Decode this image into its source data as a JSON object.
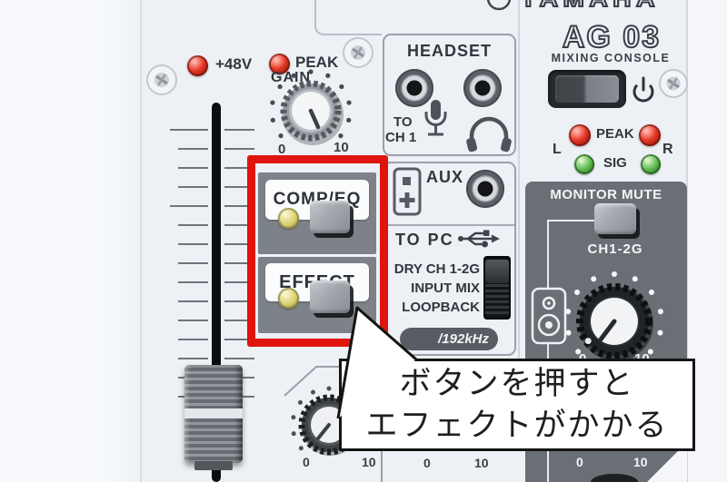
{
  "brand": {
    "logo_text": "YAMAHA",
    "model": "AG 03",
    "subtitle": "MIXING CONSOLE"
  },
  "channel": {
    "phantom": "+48V",
    "peak": "PEAK",
    "gain": "GAIN"
  },
  "scales": {
    "min": "0",
    "max": "10"
  },
  "buttons": {
    "comp_eq": "COMP/EQ",
    "effect": "EFFECT"
  },
  "headset": {
    "title": "HEADSET",
    "to": "TO",
    "ch": "CH 1"
  },
  "aux": {
    "title": "AUX"
  },
  "to_pc": {
    "title": "TO PC",
    "mode1": "DRY CH 1-2G",
    "mode2": "INPUT MIX",
    "mode3": "LOOPBACK",
    "badge": "/192kHz"
  },
  "meters": {
    "peak": "PEAK",
    "sig": "SIG",
    "left": "L",
    "right": "R"
  },
  "monitor": {
    "title": "MONITOR MUTE",
    "channel": "CH1-2G"
  },
  "callout": {
    "line1": "ボタンを押すと",
    "line2": "エフェクトがかかる"
  },
  "colors": {
    "annotation_red": "#e0140f",
    "panel_dark": "#6a6f75",
    "led_red": "#e63a28",
    "led_green": "#5fbb50",
    "led_yellow": "#d9d070"
  }
}
